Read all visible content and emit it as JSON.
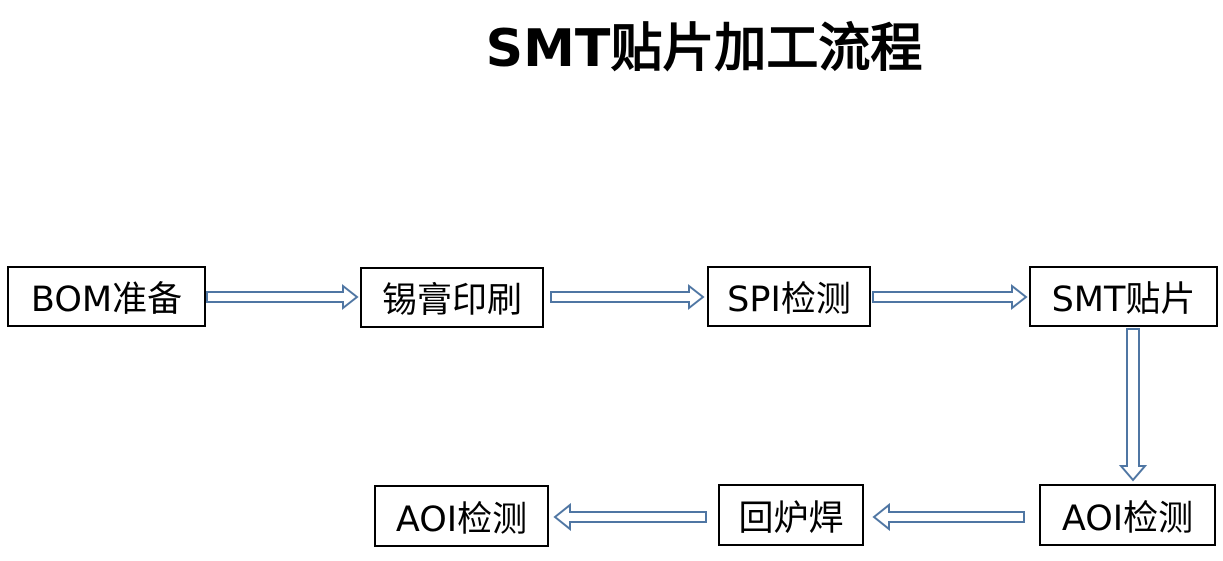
{
  "title": "SMT贴片加工流程",
  "colors": {
    "arrow_stroke": "#4f76a3",
    "box_border": "#000000",
    "text": "#000000"
  },
  "steps": [
    {
      "label": "BOM准备"
    },
    {
      "label": "锡膏印刷"
    },
    {
      "label": "SPI检测"
    },
    {
      "label": "SMT贴片"
    },
    {
      "label": "AOI检测"
    },
    {
      "label": "回炉焊"
    },
    {
      "label": "AOI检测"
    }
  ]
}
